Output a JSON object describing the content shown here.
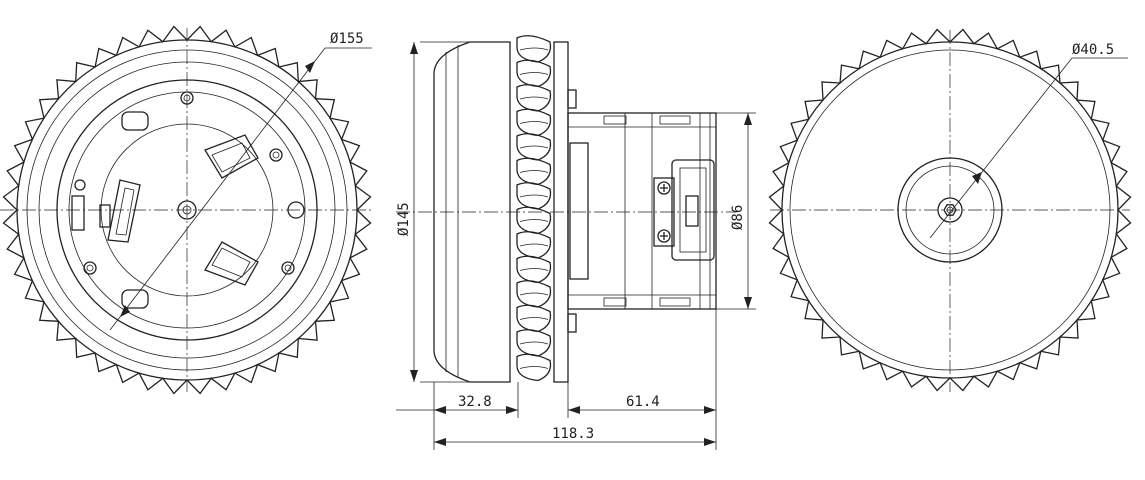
{
  "drawing": {
    "views": {
      "front": {
        "diameter_label": "Ø155"
      },
      "side": {
        "height_label": "Ø145",
        "shaft_label": "Ø86",
        "left_length_label": "32.8",
        "right_length_label": "61.4",
        "overall_length_label": "118.3"
      },
      "rear": {
        "hub_label": "Ø40.5"
      }
    },
    "colors": {
      "line": "#222222",
      "background": "#ffffff"
    }
  }
}
